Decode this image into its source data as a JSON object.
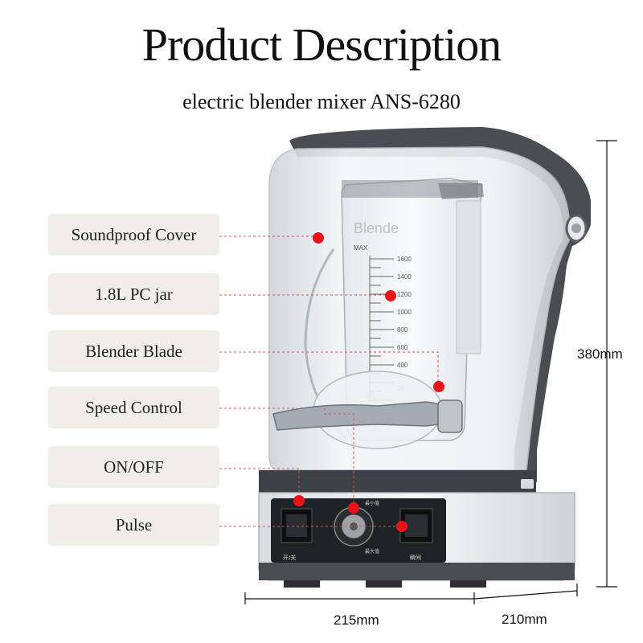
{
  "header": {
    "title": "Product Description",
    "subtitle": "electric blender mixer ANS-6280"
  },
  "features": [
    {
      "label": "Soundproof Cover"
    },
    {
      "label": "1.8L PC jar"
    },
    {
      "label": "Blender Blade"
    },
    {
      "label": "Speed Control"
    },
    {
      "label": "ON/OFF"
    },
    {
      "label": "Pulse"
    }
  ],
  "dimensions": {
    "height": "380mm",
    "width": "215mm",
    "depth": "210mm"
  },
  "jar_markings": {
    "brand": "Blende",
    "max": "MAX",
    "scale": [
      "1600",
      "1400",
      "1200",
      "1000",
      "800",
      "600",
      "400",
      "20"
    ]
  },
  "control_panel": {
    "switch_label": "开/关",
    "pulse_label": "瞬间",
    "knob_low": "最小值",
    "knob_high": "最大值"
  },
  "colors": {
    "marker": "#e8131a",
    "label_bg": "#f1ede9",
    "frame": "#4a4d52",
    "base": "#e9ebee"
  }
}
